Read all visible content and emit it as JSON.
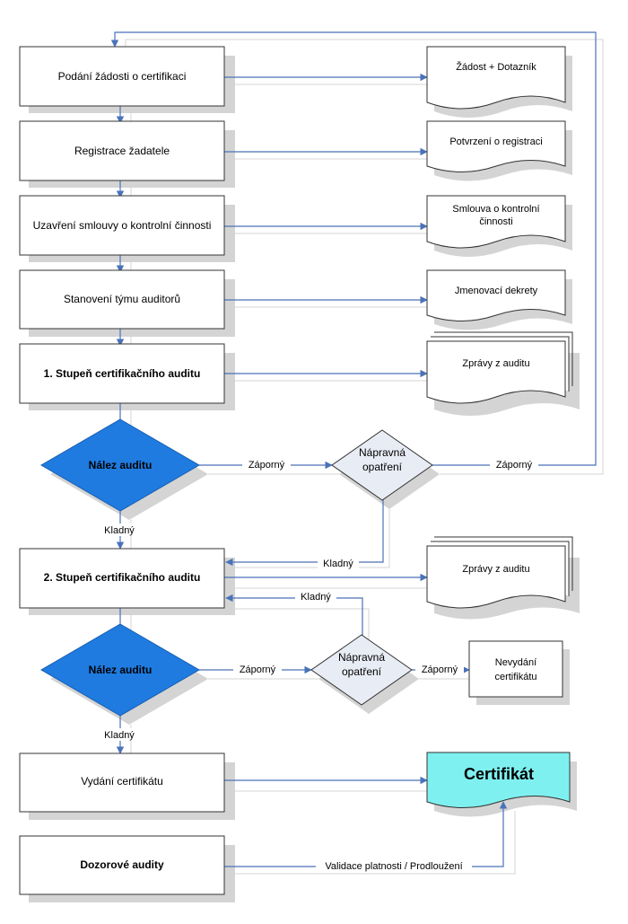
{
  "colors": {
    "line": "#4a72b8",
    "shadow": "#d4d4d4",
    "box_border": "#333333",
    "decision_fill": "#1f7be0",
    "corrective_fill": "#e8ecf5",
    "certificate_fill": "#7ff0f0"
  },
  "steps": {
    "application": "Podání žádosti o certifikaci",
    "registration": "Registrace žadatele",
    "contract": "Uzavření smlouvy o kontrolní činnosti",
    "team": "Stanovení týmu auditorů",
    "stage1": "1. Stupeň certifikačního auditu",
    "stage2": "2. Stupeň certifikačního auditu",
    "issue": "Vydání certifikátu",
    "surveillance": "Dozorové audity"
  },
  "decisions": {
    "finding1": "Nález auditu",
    "corrective1": "Nápravná opatření",
    "finding2": "Nález auditu",
    "corrective2": "Nápravná opatření"
  },
  "documents": {
    "application_docs": "Žádost + Dotazník",
    "registration_confirmation": "Potvrzení o registraci",
    "contract_doc": "Smlouva o kontrolní činnosti",
    "appointment_decrees": "Jmenovací dekrety",
    "audit_reports1": "Zprávy z auditu",
    "audit_reports2": "Zprávy z auditu",
    "no_certificate": "Nevydání certifikátu",
    "certificate": "Certifikát"
  },
  "edges": {
    "negative": "Záporný",
    "positive": "Kladný",
    "validation": "Validace platnosti / Prodloužení"
  }
}
